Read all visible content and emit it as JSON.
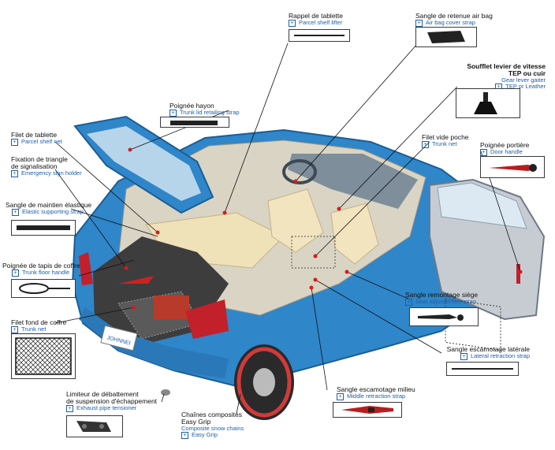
{
  "parts": [
    {
      "id": "parcel_shelf_lifter",
      "fr": "Rappel de tablette",
      "en": "Parcel shelf lifter"
    },
    {
      "id": "air_bag_cover_strap",
      "fr": "Sangle de retenue air bag",
      "en": "Air bag cover strap"
    },
    {
      "id": "gear_lever_gaiter",
      "fr": "Soufflet levier de vitesse TEP ou cuir",
      "en": "Gear lever gaiter TEP or Leather"
    },
    {
      "id": "trunk_lid_strap",
      "fr": "Poignée hayon",
      "en": "Trunk lid retailing strap"
    },
    {
      "id": "parcel_shelf_net",
      "fr": "Filet de tablette",
      "en": "Parcel shelf net"
    },
    {
      "id": "trunk_net_pocket",
      "fr": "Filet vide poche",
      "en": "Trunk net"
    },
    {
      "id": "door_handle",
      "fr": "Poignée portière",
      "en": "Door handle"
    },
    {
      "id": "emergency_sign_holder",
      "fr": "Fixation de triangle de signalisation",
      "en": "Emergency sign holder"
    },
    {
      "id": "elastic_strap",
      "fr": "Sangle de maintien élastique",
      "en": "Elastic supporting strap"
    },
    {
      "id": "trunk_floor_handle",
      "fr": "Poignée de tapis de coffre",
      "en": "Trunk floor handle"
    },
    {
      "id": "seat_adjustment_strap",
      "fr": "Sangle remontage siège",
      "en": "Seat adjustement strap"
    },
    {
      "id": "trunk_floor_net",
      "fr": "Filet fond de coffre",
      "en": "Trunk net"
    },
    {
      "id": "lateral_retraction_strap",
      "fr": "Sangle escamotage latérale",
      "en": "Lateral retraction strap"
    },
    {
      "id": "middle_retraction_strap",
      "fr": "Sangle escamotage milieu",
      "en": "Middle retraction strap"
    },
    {
      "id": "exhaust_pipe_tensioner",
      "fr": "Limiteur de débattement de suspension d'échappement",
      "en": "Exhaust pipe tensioner"
    },
    {
      "id": "snow_chains",
      "fr": "Chaînes composites Easy Grip",
      "en": "Composite snow chains",
      "en2": "Easy Grip"
    }
  ],
  "gear_lever_fr_line1": "Soufflet levier de vitesse",
  "gear_lever_fr_line2": "TEP ou cuir",
  "gear_lever_en_line1": "Gear lever gaiter",
  "gear_lever_en_line2": "TEP or Leather",
  "emergency_fr_line1": "Fixation de triangle",
  "emergency_fr_line2": "de signalisation",
  "exhaust_fr_line1": "Limiteur de débattement",
  "exhaust_fr_line2": "de suspension d'échappement",
  "snow_fr_line1": "Chaînes composites",
  "snow_fr_line2": "Easy Grip",
  "brand_plate": "JOHNNEI",
  "colors": {
    "car_body": "#2f86c9",
    "car_dark": "#1b5d95",
    "accent_blue": "#1d5fa8",
    "leader_line": "#111111"
  }
}
